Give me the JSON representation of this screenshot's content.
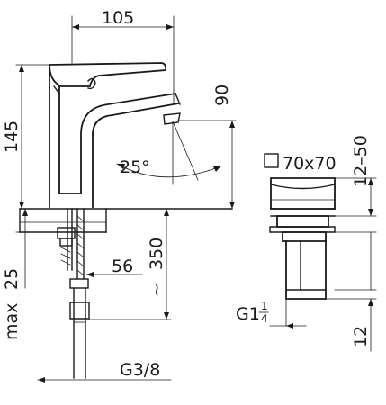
{
  "drawing": {
    "dimensions": {
      "width_top": "105",
      "height_total": "145",
      "spout_height": "90",
      "swivel_angle": "25°",
      "max_thickness_prefix": "max",
      "max_thickness_value": "25",
      "hose_offset": "56",
      "hose_length": "350",
      "hose_length_prefix": "~",
      "hose_thread": "G3/8",
      "plate_size": "70x70",
      "plate_height": "12–50",
      "waste_thread_main": "G1",
      "waste_thread_num": "1",
      "waste_thread_den": "4",
      "waste_bottom": "12"
    }
  }
}
